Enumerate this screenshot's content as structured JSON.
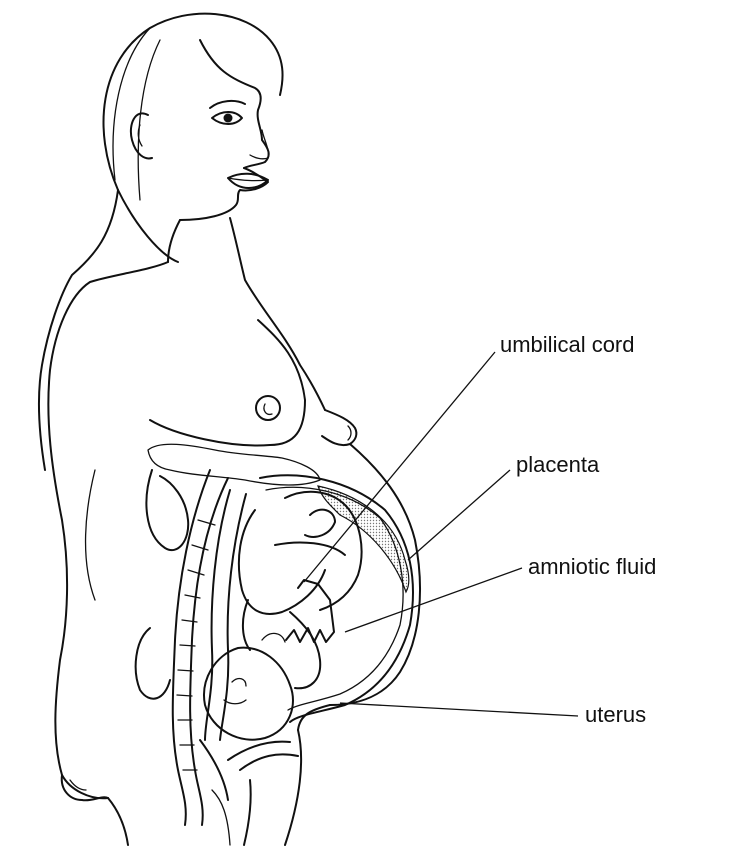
{
  "diagram": {
    "labels": {
      "umbilical_cord": "umbilical cord",
      "placenta": "placenta",
      "amniotic_fluid": "amniotic fluid",
      "uterus": "uterus"
    }
  }
}
